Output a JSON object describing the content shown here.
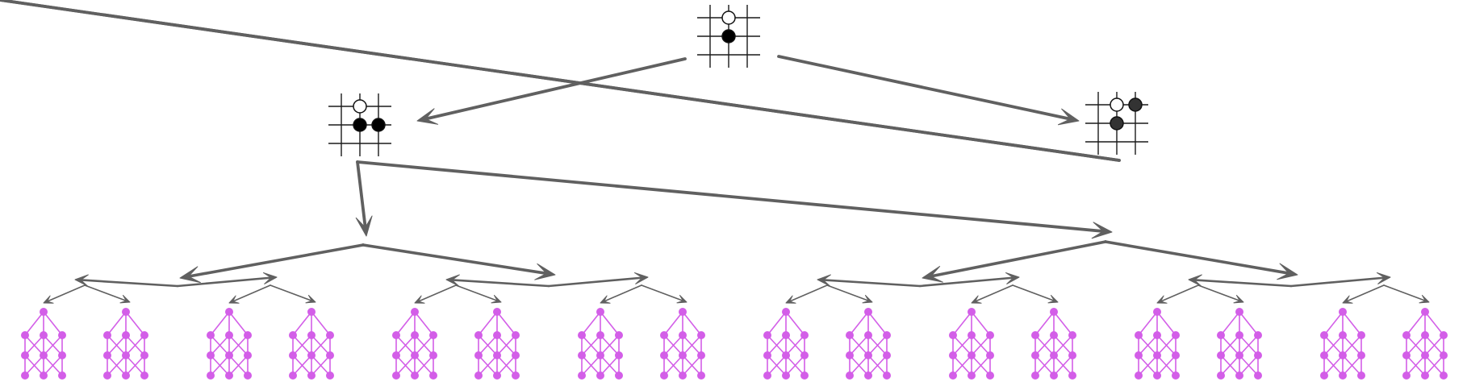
{
  "colors": {
    "background": "#ffffff",
    "edge": "#606060",
    "grid": "#1a1a1a",
    "white_stone": "#ffffff",
    "black_stone": "#000000",
    "dark_stone": "#333333",
    "network": "#d35ee8"
  },
  "tree": {
    "root": {
      "board_icon": "go-board-icon",
      "stones": [
        {
          "col": 1,
          "row": 0,
          "color": "white"
        },
        {
          "col": 1,
          "row": 1,
          "color": "black"
        }
      ]
    },
    "level1": [
      {
        "board_icon": "go-board-icon",
        "stones": [
          {
            "col": 1,
            "row": 0,
            "color": "white"
          },
          {
            "col": 1,
            "row": 1,
            "color": "black"
          },
          {
            "col": 2,
            "row": 1,
            "color": "black"
          }
        ]
      },
      {
        "board_icon": "go-board-icon",
        "stones": [
          {
            "col": 1,
            "row": 0,
            "color": "white"
          },
          {
            "col": 2,
            "row": 0,
            "color": "dark"
          },
          {
            "col": 1,
            "row": 1,
            "color": "dark"
          }
        ]
      }
    ],
    "branching": 2,
    "depth_below_boards": 4,
    "leaf_icon": "neural-network-icon",
    "leaf_count": 16
  }
}
